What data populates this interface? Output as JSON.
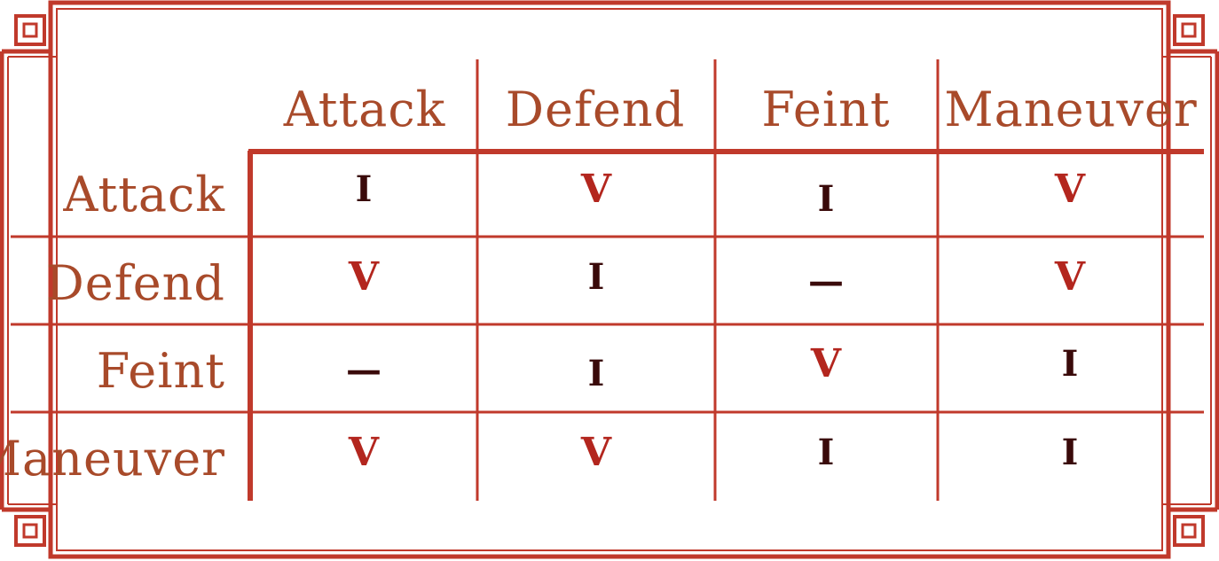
{
  "table": {
    "column_headers": [
      "Attack",
      "Defend",
      "Feint",
      "Maneuver"
    ],
    "row_headers": [
      "Attack",
      "Defend",
      "Feint",
      "Maneuver"
    ],
    "cells": [
      [
        "I",
        "V",
        "I",
        "V"
      ],
      [
        "V",
        "I",
        "—",
        "V"
      ],
      [
        "—",
        "I",
        "V",
        "I"
      ],
      [
        "V",
        "V",
        "I",
        "I"
      ]
    ]
  },
  "colors": {
    "frame": "#c0392b",
    "header_text": "#a84a2a",
    "mark_v": "#b3261e",
    "mark_i": "#3a0a0a"
  }
}
